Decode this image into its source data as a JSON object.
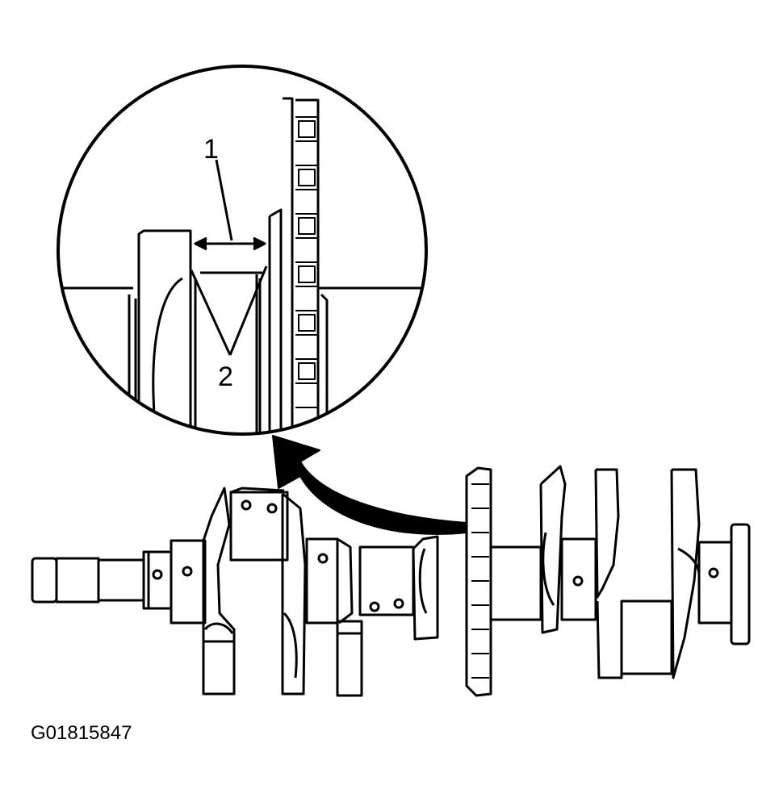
{
  "diagram": {
    "callouts": [
      {
        "label": "1"
      },
      {
        "label": "2"
      }
    ],
    "figure_id": "G01815847",
    "colors": {
      "ink": "#000000",
      "paper": "#ffffff"
    }
  }
}
